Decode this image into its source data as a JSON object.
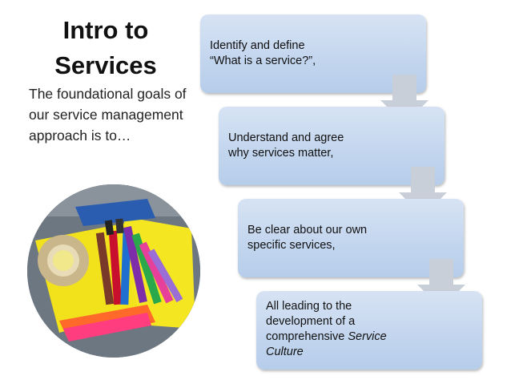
{
  "title": {
    "line1": "Intro to",
    "line2": "Services"
  },
  "subtitle": "The foundational goals of our service management approach is to…",
  "steps": [
    {
      "text": "Identify and define\n“What is a service?”,"
    },
    {
      "text": "Understand and agree\nwhy services matter,"
    },
    {
      "text": "Be clear about our own\nspecific services,"
    },
    {
      "text_plain": "All leading to the development of a comprehensive ",
      "text_italic": "Service Culture"
    }
  ],
  "colors": {
    "box_fill": "#c2d5ee",
    "arrow_fill": "#c9cfd8"
  },
  "photo_icon": "markers-and-sticky-notes-photo"
}
